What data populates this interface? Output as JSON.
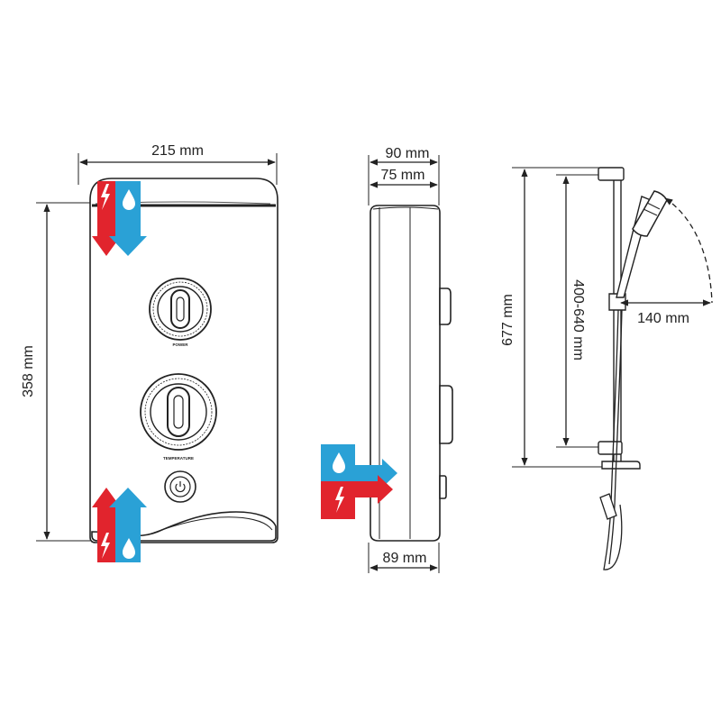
{
  "colors": {
    "hot": "#e1242d",
    "cold": "#2aa1d6",
    "line": "#222222"
  },
  "icons": {
    "electric": "lightning-bolt-icon",
    "water": "water-drop-icon",
    "power": "power-icon"
  },
  "front_view": {
    "width_label": "215 mm",
    "height_label": "358 mm",
    "power_knob_label": "POWER",
    "temperature_knob_label": "TEMPERATURE"
  },
  "side_view": {
    "depth_top_label": "90 mm",
    "depth_inner_label": "75 mm",
    "depth_bottom_label": "89 mm"
  },
  "riser_rail": {
    "total_height_label": "677 mm",
    "adjust_range_label": "400-640 mm",
    "head_projection_label": "140 mm"
  }
}
